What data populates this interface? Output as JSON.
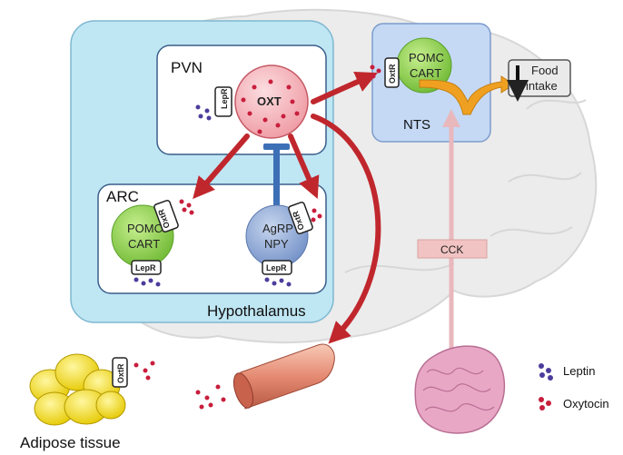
{
  "regions": {
    "pvn": "PVN",
    "arc": "ARC",
    "hypothalamus": "Hypothalamus",
    "nts": "NTS"
  },
  "neurons": {
    "oxt": "OXT",
    "pomc_arc": [
      "POMC",
      "CART"
    ],
    "agrp_arc": [
      "AgRP",
      "NPY"
    ],
    "pomc_nts": [
      "POMC",
      "CART"
    ]
  },
  "receptors": {
    "lepr": "LepR",
    "oxtr": "OxtR"
  },
  "outputs": {
    "food_intake": [
      "Food",
      "intake"
    ],
    "cck": "CCK"
  },
  "tissues": {
    "adipose": "Adipose tissue"
  },
  "legend": {
    "leptin": "Leptin",
    "oxytocin": "Oxytocin"
  },
  "colors": {
    "hypothalamus_fill": "#bfe6f3",
    "nts_fill": "#c5d9f5",
    "pomc_fill": "#8fd14f",
    "agrp_fill": "#8fa9d6",
    "oxt_fill": "#f5b8be",
    "arrow_red": "#c0272d",
    "inhibit_blue": "#3d6fb6",
    "leptin_dot": "#4b3d9c",
    "oxytocin_dot": "#c81e3c",
    "food_arrow": "#f0a020",
    "cck_fill": "#f2c3c3",
    "adipose_fill": "#f2e200",
    "intestine_fill": "#e9a7c6"
  }
}
